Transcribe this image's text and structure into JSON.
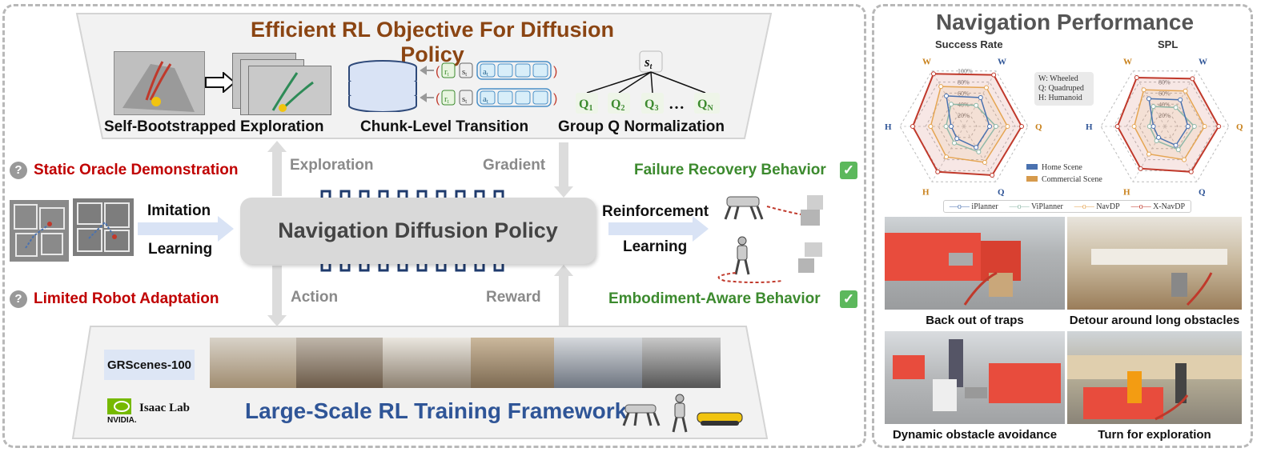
{
  "left_panel": {
    "top_title": "Efficient RL Objective For Diffusion Policy",
    "top_captions": [
      "Self-Bootstrapped Exploration",
      "Chunk-Level Transition",
      "Group Q Normalization"
    ],
    "transition_tokens": {
      "r": "r",
      "s": "s",
      "a": "a",
      "sub": "t"
    },
    "group_q": {
      "state": "s",
      "state_sub": "t",
      "q1": "Q",
      "q1_sub": "1",
      "q2": "Q",
      "q2_sub": "2",
      "q3": "Q",
      "q3_sub": "3",
      "ellipsis": "…",
      "qn": "Q",
      "qn_sub": "N"
    },
    "arrow_labels": {
      "exploration": "Exploration",
      "gradient": "Gradient",
      "action": "Action",
      "reward": "Reward"
    },
    "problems": [
      {
        "icon": "?",
        "label": "Static Oracle Demonstration"
      },
      {
        "icon": "?",
        "label": "Limited Robot Adaptation"
      }
    ],
    "imitation": [
      "Imitation",
      "Learning"
    ],
    "policy_label": "Navigation Diffusion Policy",
    "reinforcement": [
      "Reinforcement",
      "Learning"
    ],
    "behaviors": [
      {
        "label": "Failure Recovery Behavior",
        "icon": "✓"
      },
      {
        "label": "Embodiment-Aware Behavior",
        "icon": "✓"
      }
    ],
    "dataset_badge": "GRScenes-100",
    "isaac_label": "Isaac Lab",
    "nvidia_label": "NVIDIA.",
    "bottom_title": "Large-Scale RL Training Framework",
    "colors": {
      "brown": "#8b4513",
      "red": "#c00000",
      "green": "#3c8a2e",
      "blue": "#2f5597"
    }
  },
  "right_panel": {
    "title": "Navigation Performance",
    "radar_titles": [
      "Success Rate",
      "SPL"
    ],
    "radar_axes": [
      "W",
      "W",
      "Q",
      "Q",
      "H",
      "H"
    ],
    "ticks": [
      "100%",
      "80%",
      "60%",
      "40%",
      "20%"
    ],
    "spl_ticks": [
      "80%",
      "60%",
      "40%",
      "20%"
    ],
    "legend_note": [
      "W: Wheeled",
      "Q: Quadruped",
      "H: Humanoid"
    ],
    "scene_legend": [
      {
        "label": "Home Scene",
        "color": "#4a72b0"
      },
      {
        "label": "Commercial Scene",
        "color": "#d69a4c"
      }
    ],
    "method_legend": [
      {
        "label": "iPlanner",
        "color": "#4a72b0"
      },
      {
        "label": "ViPlanner",
        "color": "#8fb8a8"
      },
      {
        "label": "NavDP",
        "color": "#e5a552"
      },
      {
        "label": "X-NavDP",
        "color": "#c0392b"
      }
    ],
    "photo_captions": [
      "Back out of traps",
      "Detour around long obstacles",
      "Dynamic obstacle avoidance",
      "Turn for exploration"
    ]
  },
  "chart_data": [
    {
      "type": "radar",
      "title": "Success Rate",
      "axes": [
        "W",
        "W",
        "Q",
        "Q",
        "H",
        "H"
      ],
      "ylim": [
        0,
        100
      ],
      "series": [
        {
          "name": "iPlanner",
          "values": [
            55,
            52,
            40,
            38,
            22,
            20
          ]
        },
        {
          "name": "ViPlanner",
          "values": [
            40,
            38,
            50,
            46,
            30,
            28
          ]
        },
        {
          "name": "NavDP",
          "values": [
            72,
            70,
            68,
            65,
            55,
            52
          ]
        },
        {
          "name": "X-NavDP",
          "values": [
            95,
            93,
            90,
            88,
            82,
            80
          ]
        }
      ]
    },
    {
      "type": "radar",
      "title": "SPL",
      "axes": [
        "W",
        "W",
        "Q",
        "Q",
        "H",
        "H"
      ],
      "ylim": [
        0,
        100
      ],
      "series": [
        {
          "name": "iPlanner",
          "values": [
            50,
            48,
            36,
            34,
            20,
            18
          ]
        },
        {
          "name": "ViPlanner",
          "values": [
            36,
            34,
            46,
            42,
            26,
            24
          ]
        },
        {
          "name": "NavDP",
          "values": [
            66,
            64,
            62,
            60,
            50,
            48
          ]
        },
        {
          "name": "X-NavDP",
          "values": [
            88,
            86,
            84,
            82,
            76,
            74
          ]
        }
      ]
    }
  ]
}
